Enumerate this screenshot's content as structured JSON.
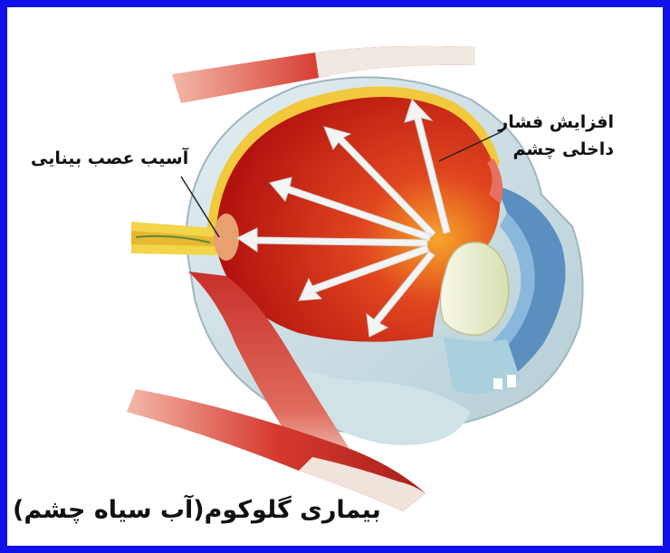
{
  "frame": {
    "border_color": "#1010e8"
  },
  "labels": {
    "pressure_line1": "افزایش فشار",
    "pressure_line2": "داخلی چشم",
    "optic_nerve": "آسیب عصب بینایی"
  },
  "caption": "بیماری گلوکوم(آب سیاه چشم)",
  "colors": {
    "vitreous": "#d2251a",
    "sclera": "#c9dde3",
    "muscle": "#d9473f",
    "lens": "#eef0d0",
    "arrow": "#f4f4f4"
  }
}
